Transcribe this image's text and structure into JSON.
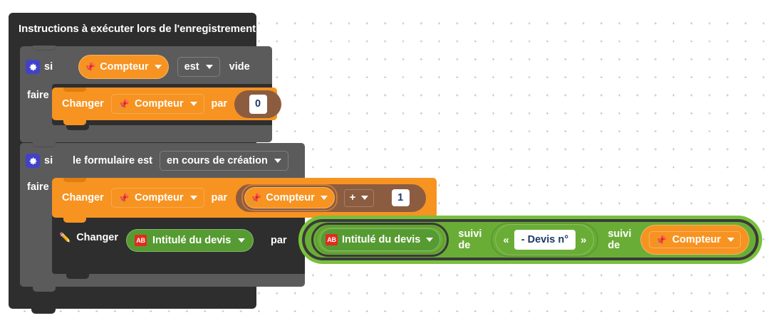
{
  "event_block": {
    "title": "Instructions à exécuter lors de l'enregistrement"
  },
  "if_block_1": {
    "gear_icon": "gear-icon",
    "keyword_if": "si",
    "keyword_do": "faire",
    "condition": {
      "variable": "Compteur",
      "variable_icon": "pin-icon",
      "operator": "est",
      "predicate": "vide"
    },
    "statement": {
      "verb": "Changer",
      "variable": "Compteur",
      "variable_icon": "pin-icon",
      "connector": "par",
      "value": "0"
    }
  },
  "if_block_2": {
    "gear_icon": "gear-icon",
    "keyword_if": "si",
    "keyword_do": "faire",
    "condition": {
      "subject": "le formulaire est",
      "state": "en cours de création"
    },
    "statement_counter": {
      "verb": "Changer",
      "variable": "Compteur",
      "variable_icon": "pin-icon",
      "connector": "par",
      "operand_left": "Compteur",
      "operand_left_icon": "pin-icon",
      "operator": "+",
      "operand_right": "1"
    },
    "statement_title": {
      "pencil_icon": "pencil-icon",
      "verb": "Changer",
      "variable": "Intitulé du devis",
      "variable_icon": "ab-icon",
      "connector": "par",
      "concat": {
        "part1": "Intitulé du devis",
        "part1_icon": "ab-icon",
        "joiner1": "suivi de",
        "quote_open": "«",
        "text_value": "- Devis n°",
        "quote_close": "»",
        "joiner2": "suivi de",
        "part3": "Compteur",
        "part3_icon": "pin-icon"
      }
    }
  },
  "colors": {
    "canvas": "#ffffff",
    "grid_dot": "#c8c8c8",
    "event_block": "#2e2e2e",
    "if_block": "#5b5b5b",
    "variable_orange": "#f79321",
    "reporter_brown": "#8c5c40",
    "text_green": "#6aad36",
    "selection_green": "#78c03c",
    "gear_blue": "#4242c8",
    "ab_badge_red": "#e02d20",
    "input_text": "#1f3864"
  }
}
